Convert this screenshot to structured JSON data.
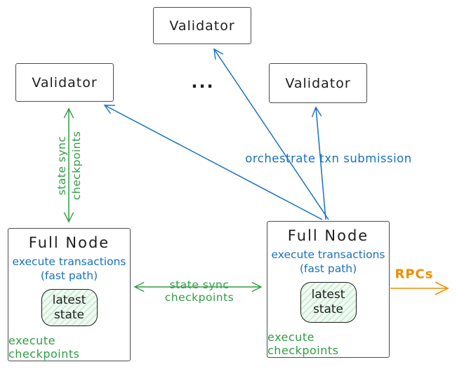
{
  "colors": {
    "ink": "#1e1e1e",
    "blue": "#1971c2",
    "green": "#2f9e44",
    "orange": "#f08c00",
    "box_border": "#494c50",
    "state_fill_stripe": "#c9ecd2",
    "background": "#ffffff"
  },
  "validators": {
    "top": {
      "label": "Validator"
    },
    "left": {
      "label": "Validator"
    },
    "right": {
      "label": "Validator"
    }
  },
  "ellipsis": "...",
  "full_nodes": {
    "left": {
      "title": "Full Node",
      "blue_line1": "execute transactions",
      "blue_line2": "(fast path)",
      "state_line1": "latest",
      "state_line2": "state",
      "green_label": "execute checkpoints"
    },
    "right": {
      "title": "Full Node",
      "blue_line1": "execute transactions",
      "blue_line2": "(fast path)",
      "state_line1": "latest",
      "state_line2": "state",
      "green_label": "execute checkpoints"
    }
  },
  "edges": {
    "state_sync_vertical": {
      "line1": "state sync",
      "line2": "checkpoints"
    },
    "state_sync_horizontal": {
      "line1": "state sync",
      "line2": "checkpoints"
    },
    "orchestrate_label": "orchestrate txn submission",
    "rpcs_label": "RPCs"
  }
}
